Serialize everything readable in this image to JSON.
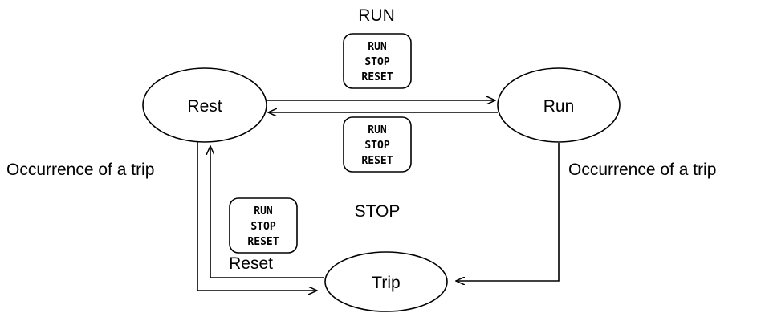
{
  "states": {
    "rest": "Rest",
    "run": "Run",
    "trip": "Trip"
  },
  "transitions": {
    "run_label": "RUN",
    "stop_label": "STOP",
    "reset_label": "Reset",
    "trip_left": "Occurrence of a trip",
    "trip_right": "Occurrence of a trip"
  },
  "key": {
    "line1": "RUN",
    "line2": "STOP",
    "line3": "RESET"
  }
}
